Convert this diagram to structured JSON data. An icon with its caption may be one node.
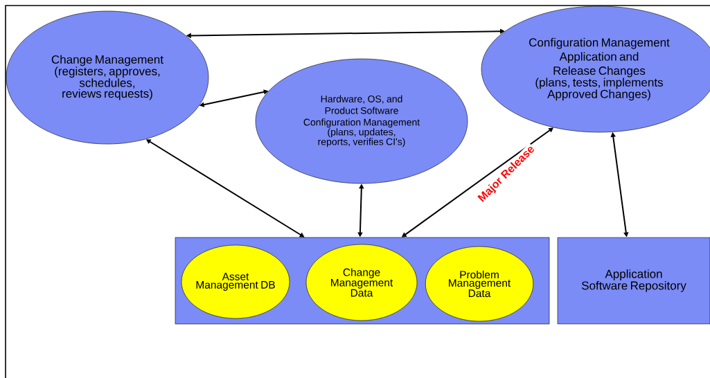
{
  "diagram": {
    "nodes": [
      {
        "text": [
          "Change Management",
          "(registers, approves, schedules, reviews requests)"
        ]
      },
      {
        "text": [
          "Hardware, OS, and Product Software Configuration Management",
          "(plans, updates, reports, verifies CI's)"
        ]
      },
      {
        "text": [
          "Configuration Management Application and Release Changes",
          "(plans, tests, implements Approved Changes)"
        ]
      },
      {
        "text": [],
        "shape": "box"
      },
      {
        "text": [
          "Asset Management DB"
        ],
        "in": 3
      },
      {
        "text": [
          "Change Management Data"
        ],
        "in": 3
      },
      {
        "text": [
          "Problem Management Data"
        ],
        "in": 3
      },
      {
        "text": [
          "Application Software Repository"
        ]
      }
    ],
    "edges": [
      {
        "from": 0,
        "to": 2,
        "arrow": "both"
      },
      {
        "from": 0,
        "to": 1,
        "arrow": "both"
      },
      {
        "from": 0,
        "to": 3,
        "arrow": "both"
      },
      {
        "from": 1,
        "to": 3,
        "arrow": "both"
      },
      {
        "from": 3,
        "to": 2,
        "arrow": "both",
        "label": "Major Release"
      },
      {
        "from": 2,
        "to": 7,
        "arrow": "both"
      }
    ]
  }
}
